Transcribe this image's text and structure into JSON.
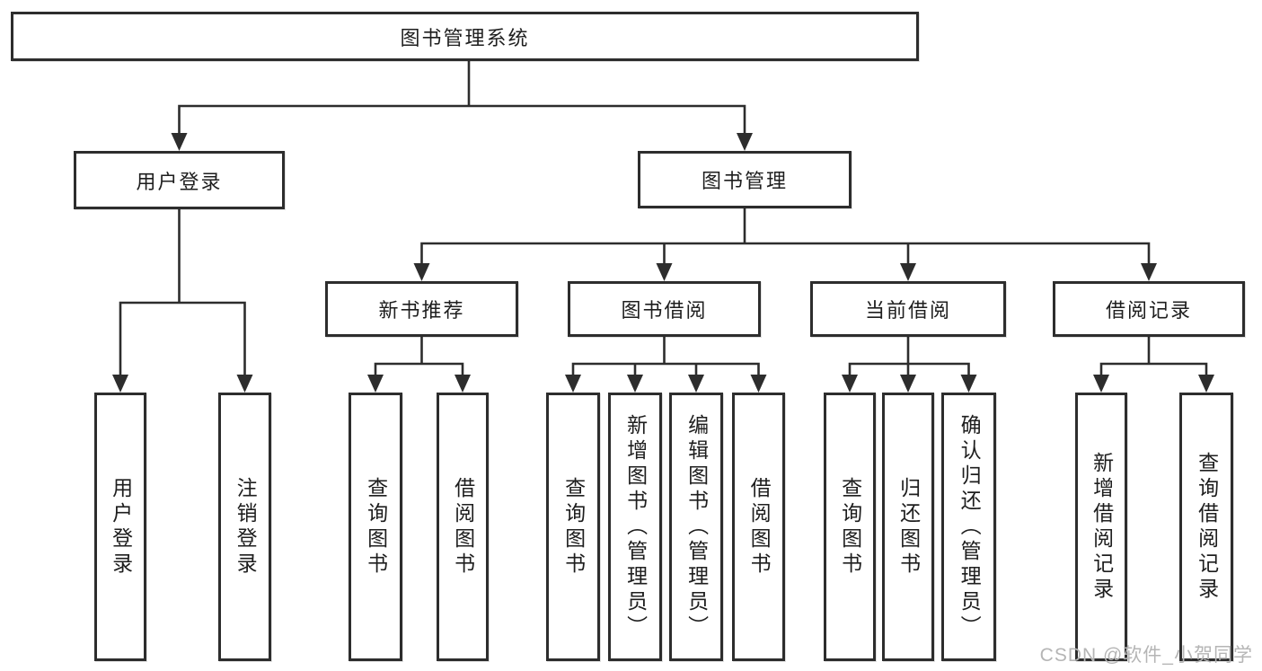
{
  "diagram": {
    "root": {
      "label": "图书管理系统"
    },
    "branches": [
      {
        "label": "用户登录",
        "children": [
          {
            "label": "用户登录"
          },
          {
            "label": "注销登录"
          }
        ]
      },
      {
        "label": "图书管理",
        "children": [
          {
            "label": "新书推荐",
            "children": [
              {
                "label": "查询图书"
              },
              {
                "label": "借阅图书"
              }
            ]
          },
          {
            "label": "图书借阅",
            "children": [
              {
                "label": "查询图书"
              },
              {
                "label": "新增图书（管理员）"
              },
              {
                "label": "编辑图书（管理员）"
              },
              {
                "label": "借阅图书"
              }
            ]
          },
          {
            "label": "当前借阅",
            "children": [
              {
                "label": "查询图书"
              },
              {
                "label": "归还图书"
              },
              {
                "label": "确认归还（管理员）"
              }
            ]
          },
          {
            "label": "借阅记录",
            "children": [
              {
                "label": "新增借阅记录"
              },
              {
                "label": "查询借阅记录"
              }
            ]
          }
        ]
      }
    ],
    "colors": {
      "line": "#2d2d2d",
      "text": "#1e1e1e",
      "watermark": "#b5b5b5"
    }
  },
  "watermark": {
    "text": "CSDN @软件_小贺同学"
  }
}
